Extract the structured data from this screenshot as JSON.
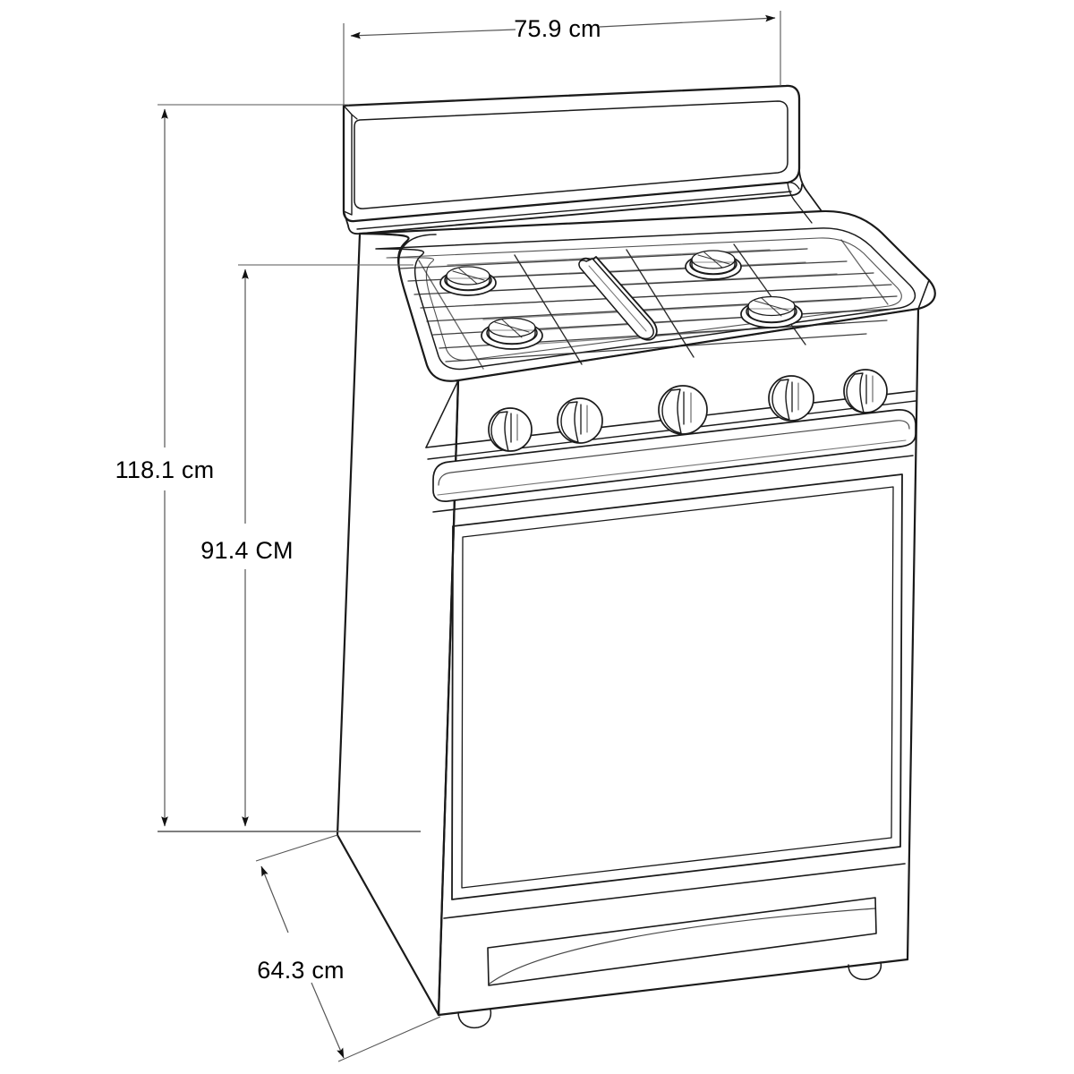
{
  "drawing": {
    "subject": "gas-range",
    "background_color": "#ffffff",
    "line_color": "#1a1a1a",
    "dimension_line_color": "#555555",
    "text_color": "#000000"
  },
  "dimensions": {
    "width": {
      "label": "75.9 cm",
      "value": 75.9,
      "unit": "cm",
      "axis": "horizontal",
      "position": "top"
    },
    "overall_height": {
      "label": "118.1 cm",
      "value": 118.1,
      "unit": "cm",
      "axis": "vertical",
      "position": "left-outer"
    },
    "counter_height": {
      "label": "91.4 CM",
      "value": 91.4,
      "unit": "CM",
      "axis": "vertical",
      "position": "left-inner"
    },
    "depth": {
      "label": "64.3 cm",
      "value": 64.3,
      "unit": "cm",
      "axis": "diagonal",
      "position": "bottom-left"
    }
  },
  "appliance": {
    "type": "Freestanding Gas Range",
    "parts": {
      "backsplash": "backsplash-panel",
      "cooktop": "cooktop-surface",
      "grates": "burner-grates",
      "oval_burner": "center-oval-burner",
      "control_panel": "control-panel",
      "oven_door": "oven-door",
      "oven_window": "oven-door-window",
      "oven_handle": "oven-door-handle",
      "storage_drawer": "storage-drawer",
      "drawer_handle": "storage-drawer-handle",
      "legs": "leveling-feet"
    },
    "burner_count": 4,
    "oval_burner_count": 1,
    "knob_count": 5,
    "leg_count": 2
  }
}
